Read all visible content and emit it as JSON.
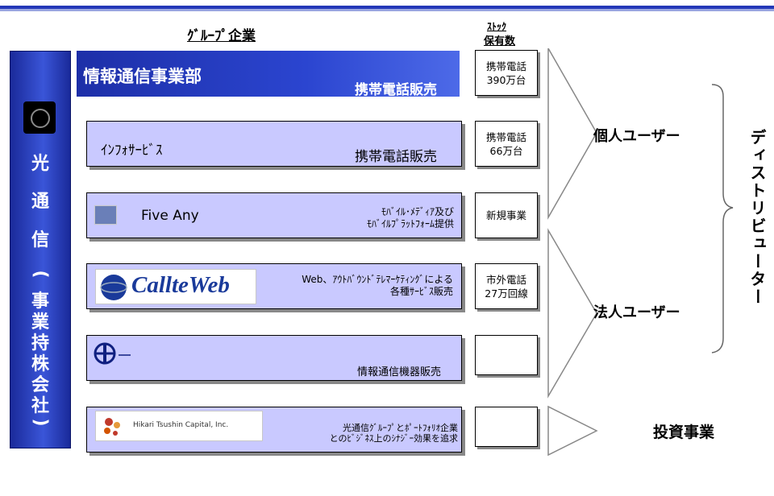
{
  "header": {
    "group_title": "ｸﾞﾙｰﾌﾟ企業",
    "stock_title_line1": "ｽﾄｯｸ",
    "stock_title_line2": "保有数"
  },
  "holding": {
    "chars": [
      "光",
      "通",
      "信",
      "(",
      "事",
      "業",
      "持",
      "株",
      "会",
      "社",
      ")"
    ]
  },
  "companies": [
    {
      "name": "情報通信事業部",
      "desc": "携帯電話販売",
      "stock": [
        "携帯電話",
        "390万台"
      ]
    },
    {
      "name": "ｲﾝﾌｫｻｰﾋﾞｽ",
      "desc": "携帯電話販売",
      "stock": [
        "携帯電話",
        "66万台"
      ]
    },
    {
      "name": "Five Any",
      "desc": [
        "ﾓﾊﾞｲﾙ･ﾒﾃﾞｨｱ及び",
        "ﾓﾊﾞｲﾙﾌﾟﾗｯﾄﾌｫｰﾑ提供"
      ],
      "stock": [
        "新規事業"
      ]
    },
    {
      "name": "CallteWeb",
      "desc": [
        "Web、ｱｳﾄﾊﾞｳﾝﾄﾞﾃﾚﾏｰｹﾃｨﾝｸﾞによる",
        "各種ｻｰﾋﾞｽ販売"
      ],
      "stock": [
        "市外電話",
        "27万回線"
      ]
    },
    {
      "name": "",
      "desc": "情報通信機器販売",
      "stock": []
    },
    {
      "name": "Hikari Tsushin Capital, Inc.",
      "desc": [
        "光通信ｸﾞﾙｰﾌﾟとﾎﾟｰﾄﾌｫﾘｵ企業",
        "とのﾋﾞｼﾞﾈｽ上のｼﾅｼﾞｰ効果を追求"
      ],
      "stock": []
    }
  ],
  "outcomes": {
    "personal": "個人ユーザー",
    "corporate": "法人ユーザー",
    "distributor": "ディストリビューター",
    "investment": "投資事業"
  },
  "colors": {
    "box_fill": "#c9c9ff",
    "blue_dark": "#1d2fa8",
    "blue_light": "#4d6ae8"
  }
}
